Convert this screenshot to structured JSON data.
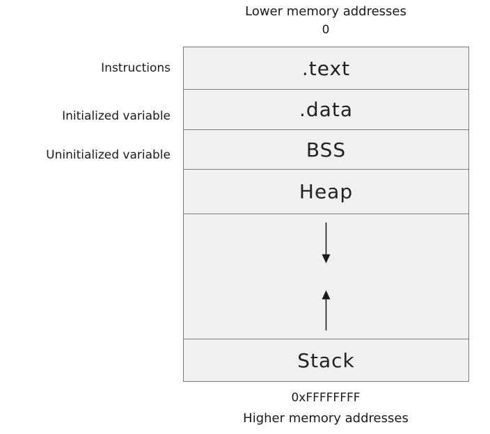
{
  "diagram": {
    "top_label": "Lower memory addresses",
    "top_address": "0",
    "bottom_address": "0xFFFFFFFF",
    "bottom_label": "Higher memory addresses",
    "annotations": {
      "text": "Instructions",
      "data": "Initialized variable",
      "bss": "Uninitialized variable"
    },
    "sections": {
      "text": ".text",
      "data": ".data",
      "bss": "BSS",
      "heap": "Heap",
      "stack": "Stack"
    },
    "icons": {
      "heap_growth": "down-arrow",
      "stack_growth": "up-arrow"
    },
    "colors": {
      "box_fill": "#f0f0f0",
      "box_border": "#7a7a7a",
      "text_color": "#1a1a1a"
    }
  }
}
